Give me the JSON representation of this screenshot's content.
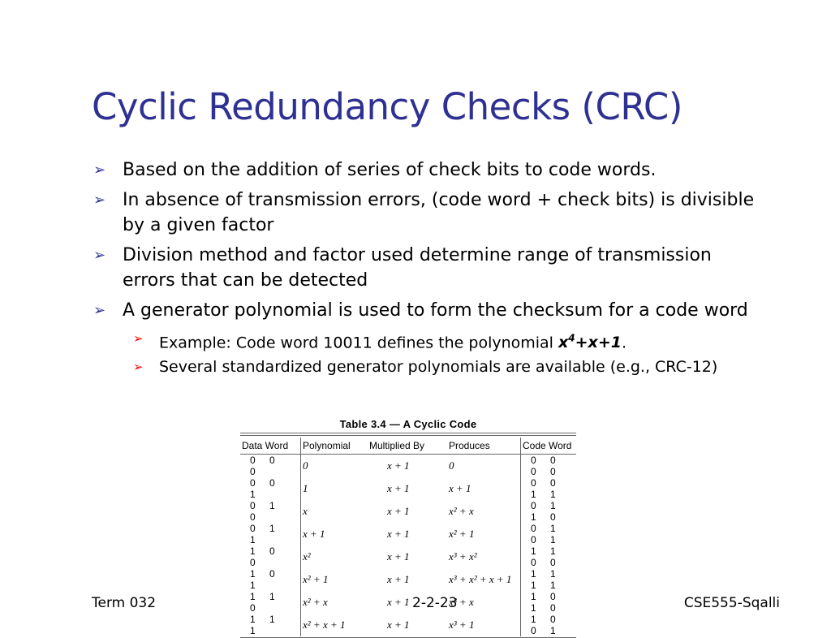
{
  "title": "Cyclic Redundancy Checks (CRC)",
  "bullets": [
    {
      "text": "Based on the addition of series of check bits to code words."
    },
    {
      "text": "In absence of transmission errors, (code word + check bits) is divisible by a given factor"
    },
    {
      "text": "Division method and factor used determine range of transmission errors that can be detected"
    },
    {
      "text": "A generator polynomial is used to form the checksum for a code word"
    }
  ],
  "sub_bullets": [
    {
      "prefix": "Example: Code word 10011 defines the polynomial ",
      "poly": "x",
      "poly_sup": "4",
      "poly_rest": "+x+1",
      "suffix": "."
    },
    {
      "text": "Several standardized generator polynomials are available (e.g., CRC-12)"
    }
  ],
  "table": {
    "title": "Table 3.4 — A Cyclic Code",
    "headers": [
      "Data Word",
      "Polynomial",
      "Multiplied By",
      "Produces",
      "Code Word"
    ],
    "rows": [
      [
        "0 0 0",
        "0",
        "x + 1",
        "0",
        "0 0 0 0"
      ],
      [
        "0 0 1",
        "1",
        "x + 1",
        "x + 1",
        "0 0 1 1"
      ],
      [
        "0 1 0",
        "x",
        "x + 1",
        "x² + x",
        "0 1 1 0"
      ],
      [
        "0 1 1",
        "x + 1",
        "x + 1",
        "x² + 1",
        "0 1 0 1"
      ],
      [
        "1 0 0",
        "x²",
        "x + 1",
        "x³ + x²",
        "1 1 0 0"
      ],
      [
        "1 0 1",
        "x² + 1",
        "x + 1",
        "x³ + x² + x + 1",
        "1 1 1 1"
      ],
      [
        "1 1 0",
        "x² + x",
        "x + 1",
        "x³ + x",
        "1 0 1 0"
      ],
      [
        "1 1 1",
        "x² + x + 1",
        "x + 1",
        "x³ + 1",
        "1 0 0 1"
      ]
    ]
  },
  "footer": {
    "left": "Term 032",
    "center": "2-2-23",
    "right": "CSE555-Sqalli"
  },
  "icons": {
    "bullet": "arrowhead-bullet-icon"
  },
  "colors": {
    "title": "#2e3192",
    "bullet_level1": "#2e3192",
    "bullet_level2": "#ff0000"
  }
}
